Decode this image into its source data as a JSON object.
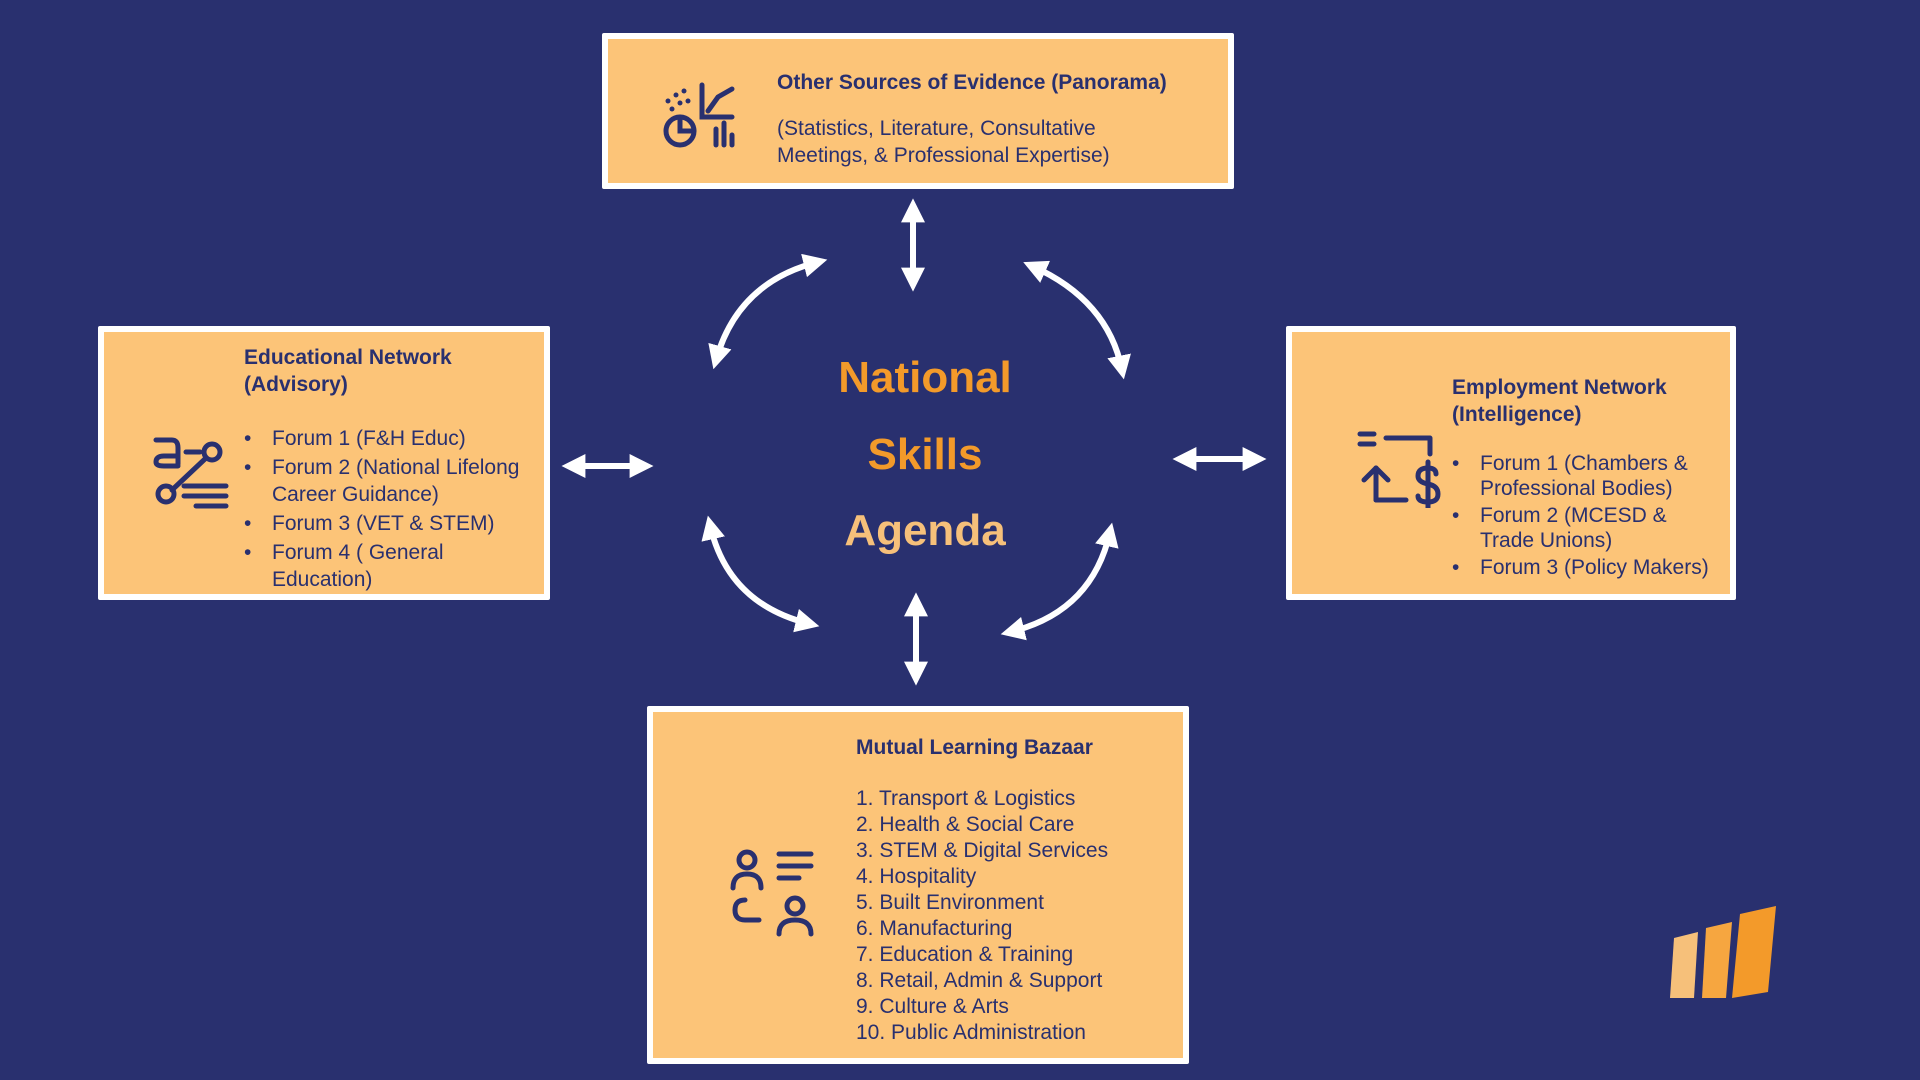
{
  "center": {
    "line1": "National",
    "line2": "Skills",
    "line3": "Agenda"
  },
  "top_box": {
    "title": "Other Sources of Evidence (Panorama)",
    "subtitle_line1": "(Statistics, Literature, Consultative",
    "subtitle_line2": "Meetings, & Professional Expertise)",
    "icon": "chart-analytics-icon"
  },
  "left_box": {
    "title_line1": "Educational Network",
    "title_line2": "(Advisory)",
    "icon": "workflow-list-icon",
    "items": [
      {
        "line1": "Forum 1 (F&H Educ)",
        "line2": ""
      },
      {
        "line1": "Forum 2 (National Lifelong",
        "line2": "Career Guidance)"
      },
      {
        "line1": "Forum 3 (VET & STEM)",
        "line2": ""
      },
      {
        "line1": "Forum 4 ( General",
        "line2": "Education)"
      }
    ]
  },
  "right_box": {
    "title_line1": "Employment Network",
    "title_line2": "(Intelligence)",
    "icon": "money-exchange-icon",
    "items": [
      {
        "line1": "Forum 1 (Chambers &",
        "line2": "Professional Bodies)"
      },
      {
        "line1": "Forum 2 (MCESD &",
        "line2": "Trade Unions)"
      },
      {
        "line1": "Forum 3 (Policy Makers)",
        "line2": ""
      }
    ]
  },
  "bottom_box": {
    "title": "Mutual Learning Bazaar",
    "icon": "people-list-icon",
    "items": [
      "1. Transport & Logistics",
      "2. Health & Social Care",
      "3. STEM & Digital Services",
      "4. Hospitality",
      "5. Built Environment",
      "6. Manufacturing",
      "7. Education & Training",
      "8. Retail, Admin & Support",
      "9. Culture & Arts",
      "10. Public Administration"
    ]
  },
  "colors": {
    "background": "#29306f",
    "box_fill": "#fcc478",
    "box_border": "#ffffff",
    "text": "#29306f",
    "accent_orange": "#f39a2a",
    "accent_light_orange": "#f6c07a",
    "arrow": "#ffffff"
  },
  "logo": {
    "icon": "brand-bars-logo"
  }
}
